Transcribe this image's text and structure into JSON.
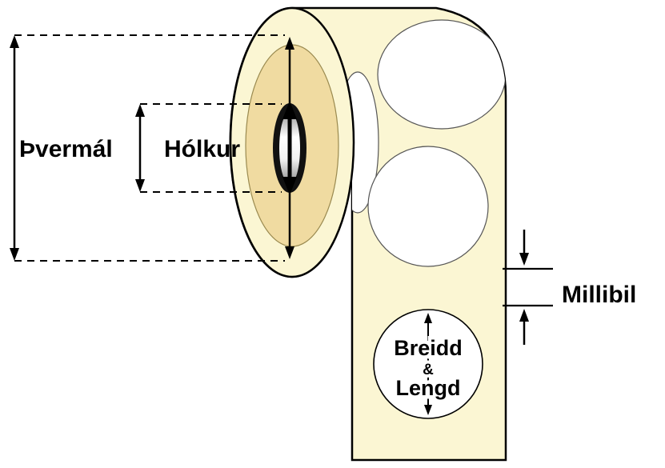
{
  "labels": {
    "diameter": "Þvermál",
    "core": "Hólkur",
    "gap": "Millibil",
    "size_line1": "Breidd",
    "size_amp": "&",
    "size_line2": "Lengd"
  },
  "colors": {
    "paper_cream": "#FBF6D3",
    "roll_side_tan": "#F0DBA1",
    "label_white": "#FFFFFF",
    "outline_black": "#000000"
  }
}
